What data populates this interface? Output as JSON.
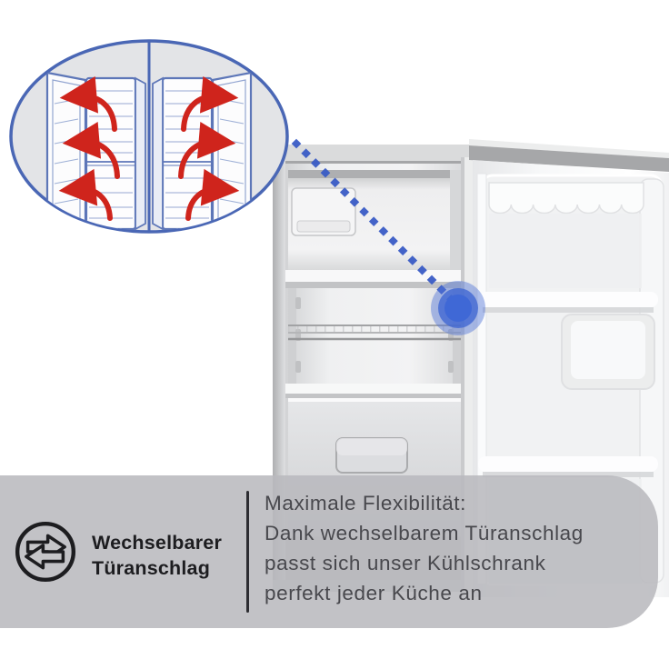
{
  "badge": {
    "icon_left": "fridge-door-opening-left-illustration",
    "icon_right": "fridge-door-opening-right-illustration",
    "border_color": "#4a67b5",
    "fill_color": "#e3e4e7",
    "divider_color": "#4a67b5",
    "swing_arrow_color": "#cf241c",
    "lineart_color": "#5d76b8"
  },
  "callout": {
    "dotted_line_color": "#3a5cc6",
    "hinge_marker_color": "#3f68d6"
  },
  "photo": {
    "subject": "mini-fridge-open-door"
  },
  "banner": {
    "background_color": "#b9b9bd",
    "icon": "swap-arrows-icon",
    "title_line1": "Wechselbarer",
    "title_line2": "Türanschlag",
    "title_color": "#1d1d20",
    "description_line1": "Maximale Flexibilität:",
    "description_line2": "Dank wechselbarem Türanschlag",
    "description_line3": "passt sich unser Kühlschrank",
    "description_line4": "perfekt jeder Küche an",
    "description_color": "#48484d"
  }
}
